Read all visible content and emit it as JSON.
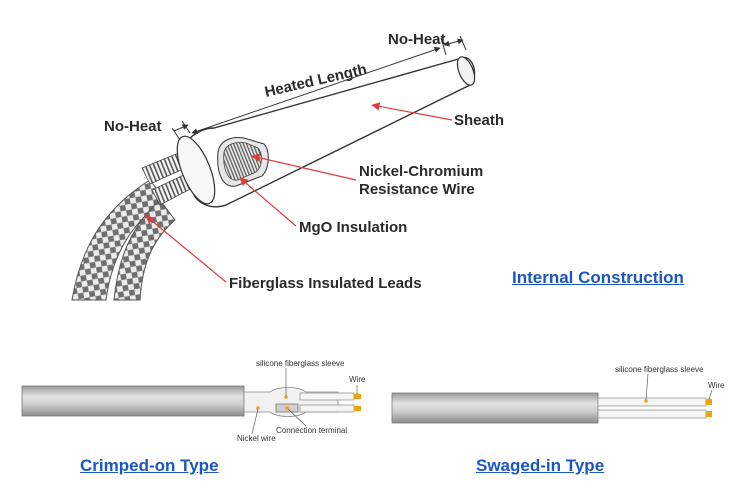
{
  "top_diagram": {
    "labels": {
      "no_heat_right": "No-Heat",
      "heated_length": "Heated Length",
      "no_heat_left": "No-Heat",
      "sheath": "Sheath",
      "resistance_wire_line1": "Nickel-Chromium",
      "resistance_wire_line2": "Resistance Wire",
      "insulation": "MgO Insulation",
      "leads": "Fiberglass Insulated  Leads"
    },
    "title": "Internal Construction"
  },
  "crimped": {
    "labels": {
      "sleeve": "silicone fiberglass sleeve",
      "wire": "Wire",
      "terminal": "Connection terminal",
      "nickel_wire": "Nickel wire"
    },
    "title": "Crimped-on Type"
  },
  "swaged": {
    "labels": {
      "sleeve": "silicone fiberglass sleeve",
      "wire": "Wire"
    },
    "title": "Swaged-in Type"
  },
  "colors": {
    "title_blue": "#1a56c4",
    "arrow_red": "#e03a3a",
    "marker_gold": "#e8a317",
    "sheath_gray": "#bdbdbd"
  }
}
